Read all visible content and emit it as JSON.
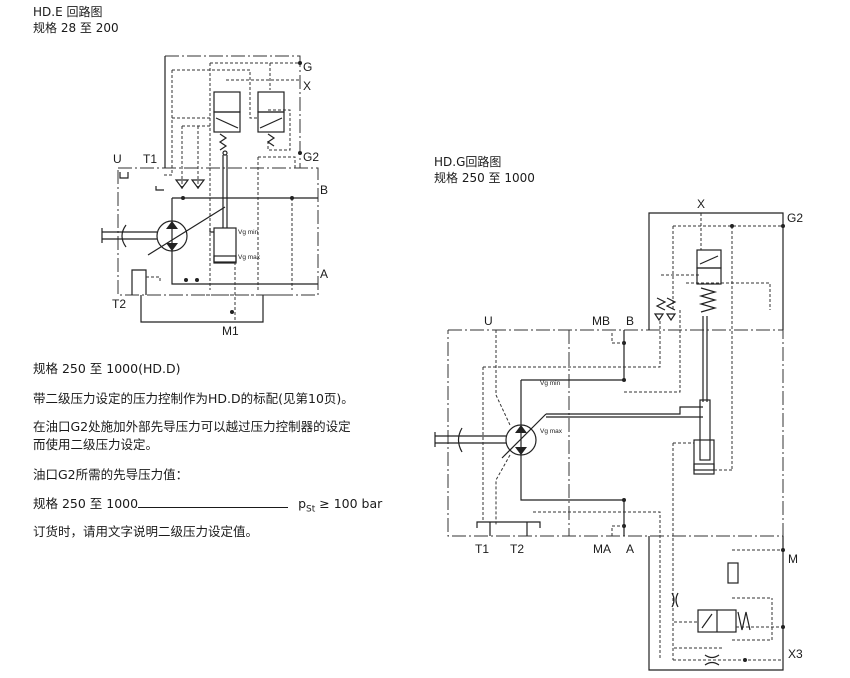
{
  "hde": {
    "title": "HD.E 回路图",
    "subtitle": "规格 28 至 200",
    "ports": {
      "G": "G",
      "X": "X",
      "G2": "G2",
      "U": "U",
      "T1": "T1",
      "B": "B",
      "A": "A",
      "T2": "T2",
      "M1": "M1"
    },
    "vg_min": "Vg min",
    "vg_max": "Vg max"
  },
  "hdg": {
    "title": "HD.G回路图",
    "subtitle": "规格 250 至 1000",
    "ports": {
      "X": "X",
      "G2": "G2",
      "U": "U",
      "MB": "MB",
      "B": "B",
      "T1": "T1",
      "T2": "T2",
      "MA": "MA",
      "A": "A",
      "M": "M",
      "X3": "X3"
    },
    "vg_min": "Vg min",
    "vg_max": "Vg max"
  },
  "text": {
    "heading": "规格 250 至 1000(HD.D)",
    "p1": "带二级压力设定的压力控制作为HD.D的标配(见第10页)。",
    "p2_line1": "在油口G2处施加外部先导压力可以越过压力控制器的设定",
    "p2_line2": "而使用二级压力设定。",
    "p3": "油口G2所需的先导压力值：",
    "spec_label": "规格 250 至 1000",
    "spec_symbol": "p",
    "spec_sub": "St",
    "spec_value": "≥ 100 bar",
    "p4": "订货时，请用文字说明二级压力设定值。"
  }
}
